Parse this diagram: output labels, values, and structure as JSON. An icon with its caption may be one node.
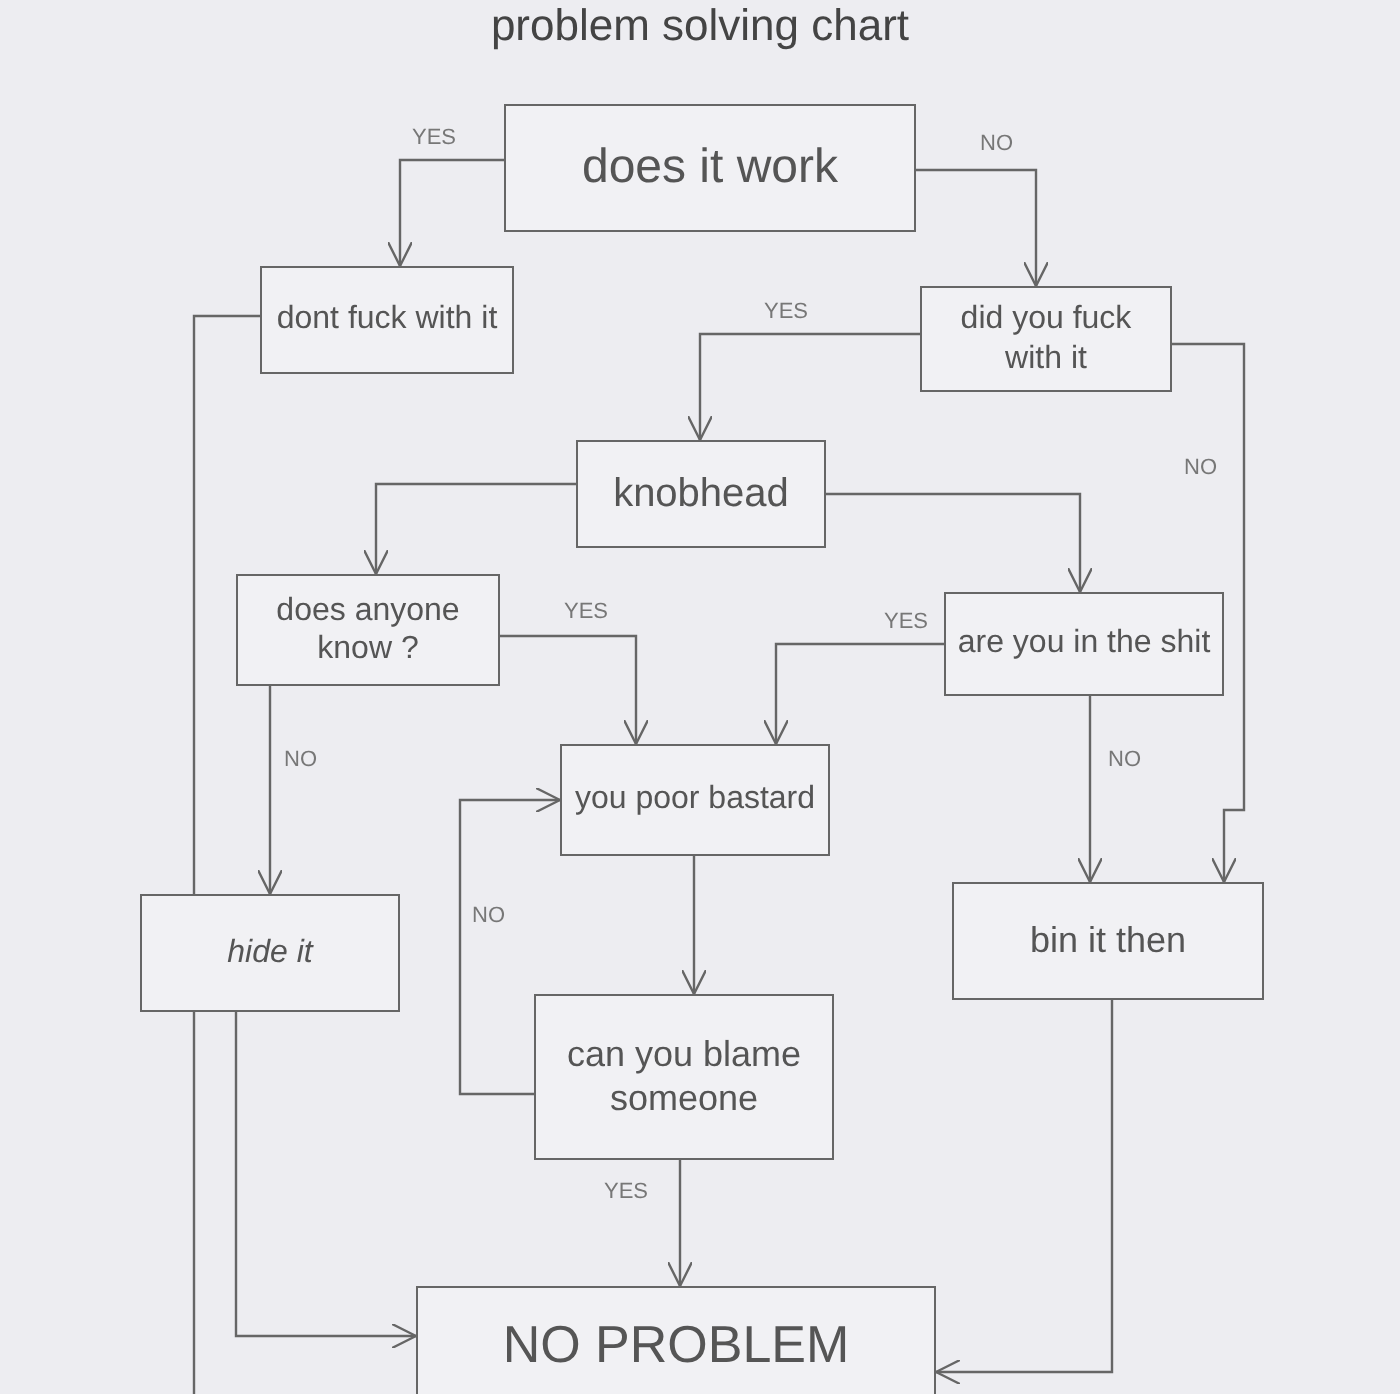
{
  "diagram": {
    "title": "problem solving chart",
    "nodes": [
      {
        "text": [
          "does it work"
        ]
      },
      {
        "text": [
          "dont fuck with it"
        ]
      },
      {
        "text": [
          "did you fuck with it"
        ]
      },
      {
        "text": [
          "knobhead"
        ]
      },
      {
        "text": [
          "does anyone know ?"
        ]
      },
      {
        "text": [
          "are you in the shit"
        ]
      },
      {
        "text": [
          "you poor bastard"
        ]
      },
      {
        "text": [
          "hide it"
        ]
      },
      {
        "text": [
          "bin it then"
        ]
      },
      {
        "text": [
          "can you blame someone"
        ]
      },
      {
        "text": [
          "NO PROBLEM"
        ]
      }
    ],
    "edges": [
      {
        "from": 0,
        "to": 1,
        "arrow": "to",
        "label": "YES"
      },
      {
        "from": 0,
        "to": 2,
        "arrow": "to",
        "label": "NO"
      },
      {
        "from": 2,
        "to": 3,
        "arrow": "to",
        "label": "YES"
      },
      {
        "from": 2,
        "to": 8,
        "arrow": "to",
        "label": "NO"
      },
      {
        "from": 3,
        "to": 4,
        "arrow": "to"
      },
      {
        "from": 3,
        "to": 5,
        "arrow": "to"
      },
      {
        "from": 4,
        "to": 6,
        "arrow": "to",
        "label": "YES"
      },
      {
        "from": 4,
        "to": 7,
        "arrow": "to",
        "label": "NO"
      },
      {
        "from": 5,
        "to": 6,
        "arrow": "to",
        "label": "YES"
      },
      {
        "from": 5,
        "to": 8,
        "arrow": "to",
        "label": "NO"
      },
      {
        "from": 6,
        "to": 9,
        "arrow": "to"
      },
      {
        "from": 9,
        "to": 6,
        "arrow": "to",
        "label": "NO"
      },
      {
        "from": 9,
        "to": 10,
        "arrow": "to",
        "label": "YES"
      },
      {
        "from": 7,
        "to": 10,
        "arrow": "to"
      },
      {
        "from": 8,
        "to": 10,
        "arrow": "to"
      },
      {
        "from": 1,
        "to": null,
        "arrow": "none"
      }
    ]
  }
}
